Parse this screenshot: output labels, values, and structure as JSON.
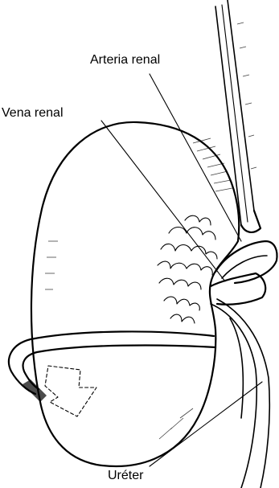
{
  "labels": {
    "arteria": "Arteria renal",
    "vena": "Vena renal",
    "ureter": "Uréter"
  },
  "colors": {
    "ink": "#000000",
    "background": "#ffffff"
  }
}
